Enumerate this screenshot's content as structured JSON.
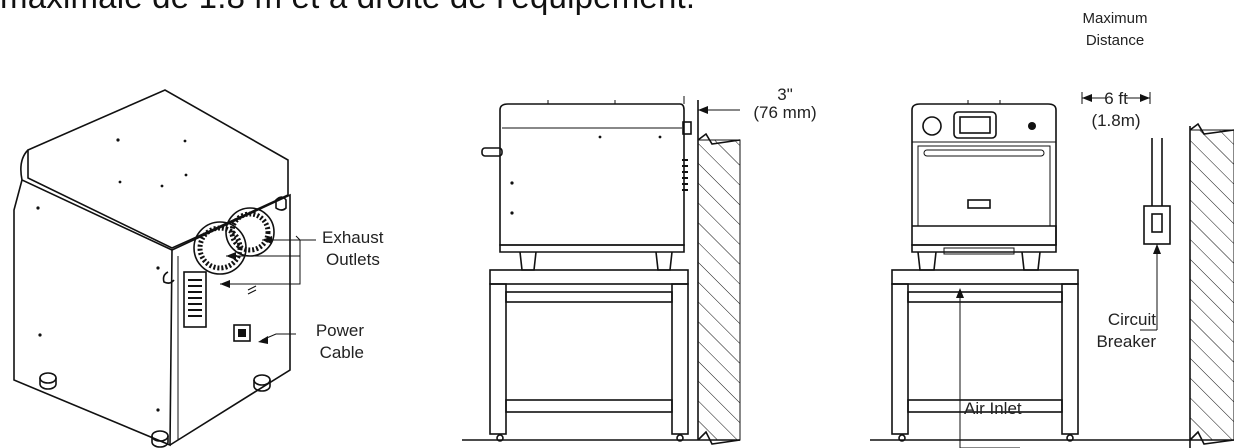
{
  "heading_fragment": "maximale de 1.8 m  et à droite de l’équipement.",
  "labels": {
    "exhaust_outlets": [
      "Exhaust",
      "Outlets"
    ],
    "power_cable": [
      "Power",
      "Cable"
    ],
    "clearance_in": "3\"",
    "clearance_mm": "(76 mm)",
    "max_distance": [
      "Maximum",
      "Distance"
    ],
    "distance_ft": "6 ft",
    "distance_m": "(1.8m)",
    "circuit_breaker": [
      "Circuit",
      "Breaker"
    ],
    "air_inlet": "Air Inlet"
  }
}
